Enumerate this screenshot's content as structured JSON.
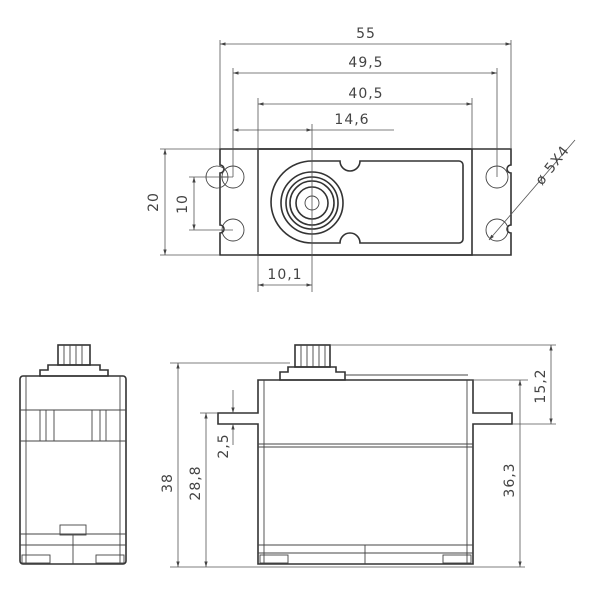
{
  "top_view": {
    "dims": {
      "overall_length": "55",
      "hole_spacing": "49,5",
      "body_length": "40,5",
      "shaft_offset": "14,6",
      "width": "20",
      "hole_pitch": "10",
      "shaft_from_edge": "10,1",
      "hole_diameter": "ø 5X4"
    }
  },
  "side_view": {
    "dims": {
      "total_height": "38",
      "flange_height": "28,8",
      "flange_thickness": "2,5",
      "body_height": "36,3",
      "top_to_flange": "15,2"
    }
  }
}
